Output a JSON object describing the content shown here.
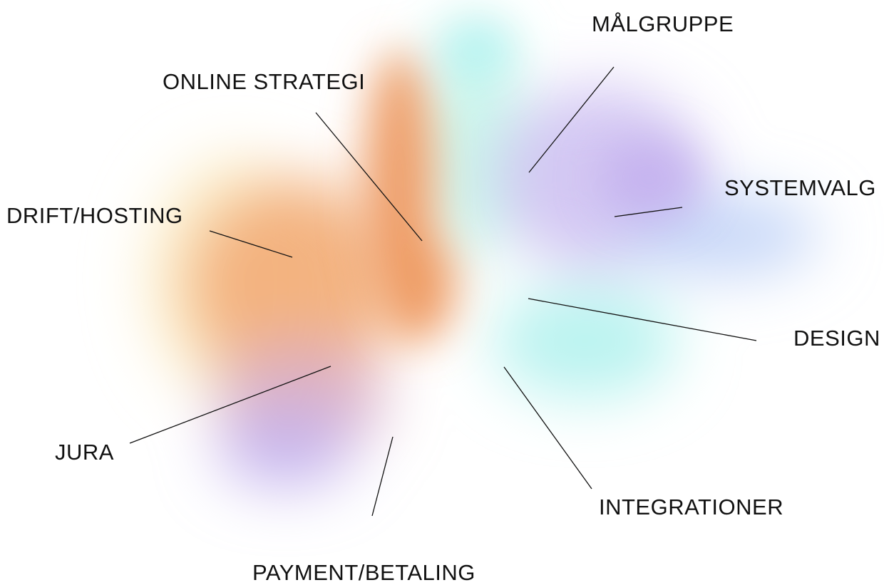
{
  "diagram": {
    "labels": {
      "malgruppe": "MÅLGRUPPE",
      "online_strategi": "ONLINE STRATEGI",
      "systemvalg": "SYSTEMVALG",
      "drift_hosting": "DRIFT/HOSTING",
      "design": "DESIGN",
      "jura": "JURA",
      "integrationer": "INTEGRATIONER",
      "payment_betaling": "PAYMENT/BETALING"
    },
    "colors": {
      "orange": "#F0A06A",
      "peach": "#F8D3A8",
      "cream": "#FCEFC8",
      "mint": "#BFF6EC",
      "cyan": "#A9F0F0",
      "lavender": "#C8B7F0",
      "violet": "#B9A3EC",
      "sky": "#B7C9F7",
      "mauve": "#D8A9C8",
      "line": "#111111"
    }
  }
}
